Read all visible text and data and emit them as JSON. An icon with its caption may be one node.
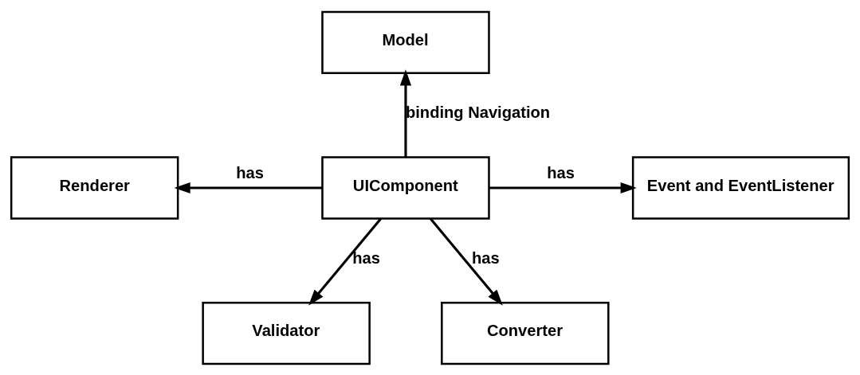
{
  "diagram": {
    "nodes": [
      {
        "text": [
          "Model"
        ]
      },
      {
        "text": [
          "Renderer"
        ]
      },
      {
        "text": [
          "UIComponent"
        ]
      },
      {
        "text": [
          "Event and EventListener"
        ]
      },
      {
        "text": [
          "Validator"
        ]
      },
      {
        "text": [
          "Converter"
        ]
      }
    ],
    "edges": [
      {
        "from": 2,
        "to": 0,
        "arrow": "to",
        "label": "binding Navigation"
      },
      {
        "from": 2,
        "to": 1,
        "arrow": "to",
        "label": "has"
      },
      {
        "from": 2,
        "to": 3,
        "arrow": "to",
        "label": "has"
      },
      {
        "from": 2,
        "to": 4,
        "arrow": "to",
        "label": "has"
      },
      {
        "from": 2,
        "to": 5,
        "arrow": "to",
        "label": "has"
      }
    ]
  }
}
